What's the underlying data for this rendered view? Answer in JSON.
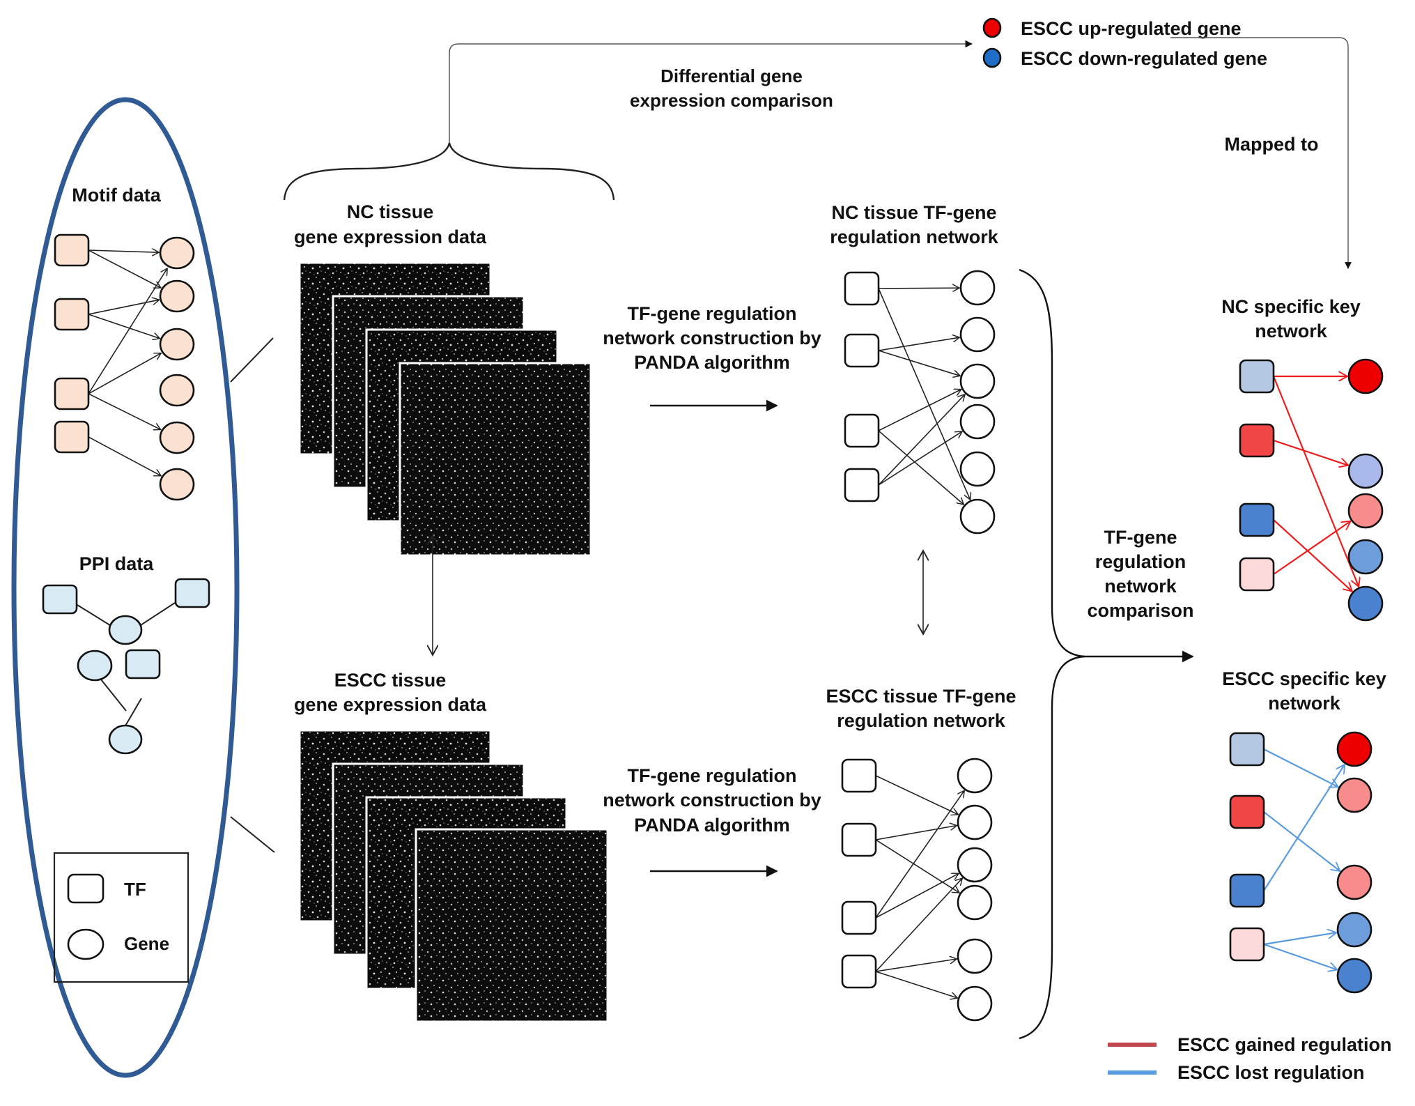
{
  "legend_top": {
    "up": {
      "label": "ESCC up-regulated gene",
      "color": "#ee0000"
    },
    "down": {
      "label": "ESCC down-regulated gene",
      "color": "#1f6fc9"
    }
  },
  "labels": {
    "differential": [
      "Differential gene",
      "expression comparison"
    ],
    "mapped_to": "Mapped to",
    "motif": "Motif data",
    "ppi": "PPI data",
    "nc_expression": [
      "NC tissue",
      "gene expression data"
    ],
    "escc_expression": [
      "ESCC tissue",
      "gene expression data"
    ],
    "panda_top": [
      "TF-gene regulation",
      "network construction by",
      "PANDA algorithm"
    ],
    "panda_bottom": [
      "TF-gene regulation",
      "network construction by",
      "PANDA algorithm"
    ],
    "nc_network": [
      "NC tissue TF-gene",
      "regulation network"
    ],
    "escc_network": [
      "ESCC tissue TF-gene",
      "regulation network"
    ],
    "comparison": [
      "TF-gene",
      "regulation",
      "network",
      "comparison"
    ],
    "nc_key": [
      "NC specific key",
      "network"
    ],
    "escc_key": [
      "ESCC specific key",
      "network"
    ]
  },
  "node_legend": {
    "tf": "TF",
    "gene": "Gene"
  },
  "edge_legend": {
    "gained": {
      "label": "ESCC gained regulation",
      "color": "#c0474b"
    },
    "lost": {
      "label": "ESCC lost regulation",
      "color": "#5b9be0"
    }
  },
  "colors": {
    "ellipse": "#2f5a94",
    "motif_fill": "#fbe1cf",
    "ppi_fill": "#d8ebf4",
    "gained_edge": "#ee1c1c",
    "lost_edge": "#5a9be0"
  },
  "networks": {
    "motif": {
      "tf_count": 4,
      "gene_count": 6,
      "edges": [
        [
          0,
          0
        ],
        [
          0,
          1
        ],
        [
          1,
          1
        ],
        [
          1,
          2
        ],
        [
          2,
          0
        ],
        [
          2,
          2
        ],
        [
          2,
          4
        ],
        [
          3,
          5
        ]
      ]
    },
    "nc": {
      "tf_count": 4,
      "gene_count": 6,
      "edges": [
        [
          0,
          0
        ],
        [
          0,
          5
        ],
        [
          1,
          1
        ],
        [
          1,
          2
        ],
        [
          2,
          2
        ],
        [
          2,
          5
        ],
        [
          3,
          2
        ],
        [
          3,
          3
        ]
      ]
    },
    "escc": {
      "tf_count": 4,
      "gene_count": 6,
      "edges": [
        [
          0,
          1
        ],
        [
          1,
          1
        ],
        [
          1,
          3
        ],
        [
          2,
          0
        ],
        [
          2,
          2
        ],
        [
          3,
          2
        ],
        [
          3,
          4
        ],
        [
          3,
          5
        ]
      ]
    },
    "nc_key": {
      "tf_colors": [
        "#b4c8e2",
        "#f14546",
        "#4a82cf",
        "#fcdada"
      ],
      "gene_colors": [
        "#ee0000",
        "#a9b9ec",
        "#f88b8b",
        "#6e9ddc",
        "#4a82cf"
      ],
      "edges": [
        [
          0,
          0
        ],
        [
          0,
          4
        ],
        [
          1,
          1
        ],
        [
          2,
          4
        ],
        [
          3,
          2
        ]
      ]
    },
    "escc_key": {
      "tf_colors": [
        "#b4c8e2",
        "#f14546",
        "#4a82cf",
        "#fcdada"
      ],
      "gene_colors": [
        "#ee0000",
        "#f88b8b",
        "#f88b8b",
        "#6e9ddc",
        "#4a82cf"
      ],
      "edges": [
        [
          0,
          1
        ],
        [
          1,
          2
        ],
        [
          2,
          0
        ],
        [
          3,
          3
        ],
        [
          3,
          4
        ]
      ]
    }
  }
}
